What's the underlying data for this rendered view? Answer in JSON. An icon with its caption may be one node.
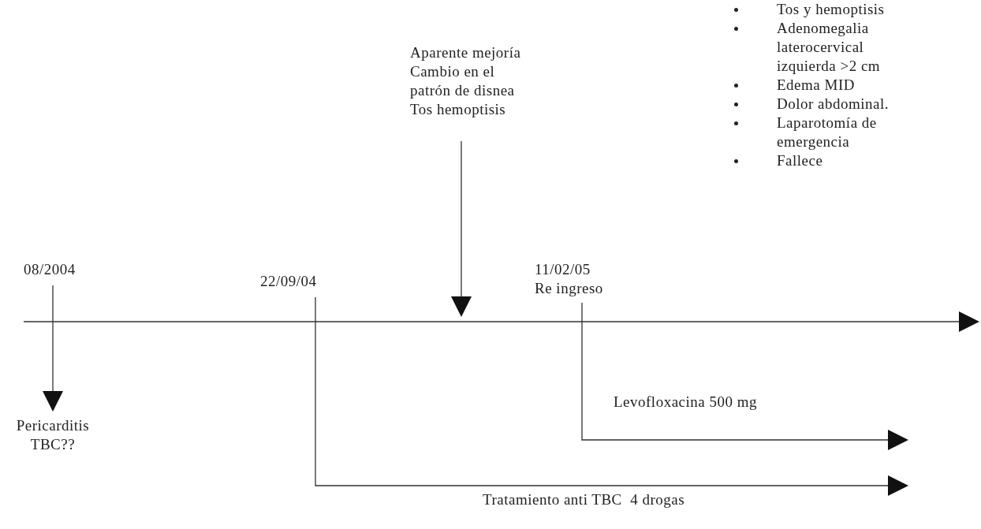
{
  "diagram": {
    "nodes": [
      {
        "text": [
          "08/2004"
        ]
      },
      {
        "text": [
          "Pericarditis TBC??"
        ]
      },
      {
        "text": [
          "22/09/04"
        ]
      },
      {
        "text": [
          "Aparente mejoría Cambio en el patrón de disnea Tos hemoptisis"
        ]
      },
      {
        "text": [
          "11/02/05",
          "Re ingreso"
        ]
      }
    ],
    "edges": [
      {
        "from": 0,
        "to": 1,
        "arrow": "to"
      },
      {
        "from": 2,
        "to": null,
        "arrow": "to",
        "label": "Tratamiento anti TBC  4 drogas"
      },
      {
        "from": 3,
        "to": null,
        "arrow": "to"
      },
      {
        "from": 4,
        "to": null,
        "arrow": "to",
        "label": "Levofloxacina 500 mg"
      }
    ],
    "labels": [
      "Tos y hemoptisis",
      "Adenomegalia laterocervical izquierda >2 cm",
      "Edema MID",
      "Dolor abdominal.",
      "Laparotomía de emergencia",
      "Fallece"
    ]
  }
}
